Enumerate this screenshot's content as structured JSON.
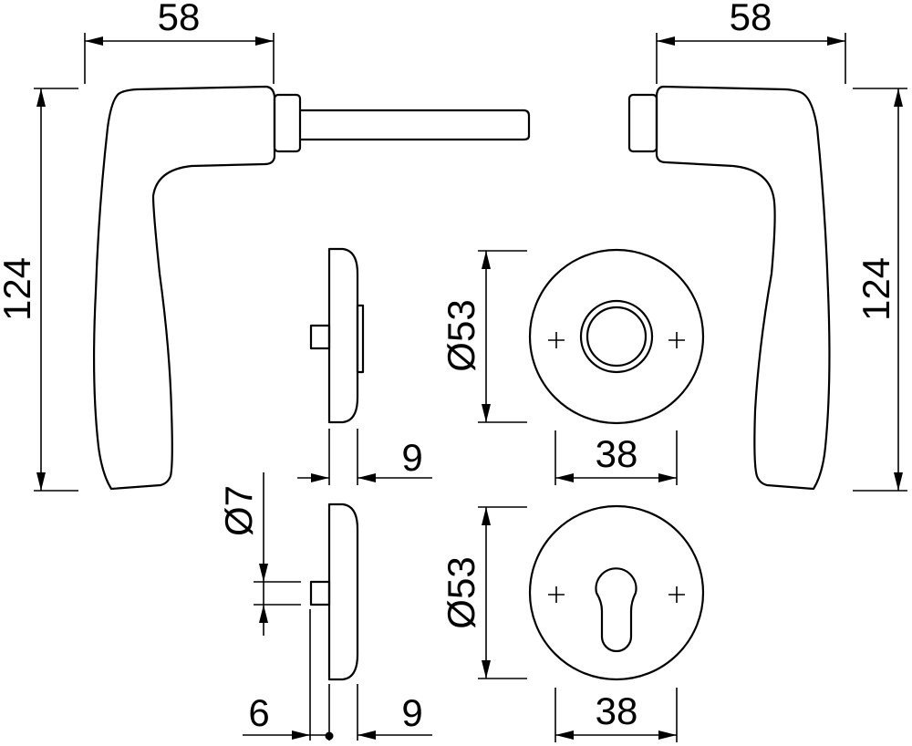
{
  "dimensions": {
    "handle_left_width": "58",
    "handle_right_width": "58",
    "handle_left_height": "124",
    "handle_right_height": "124",
    "rose_top_diameter": "Ø53",
    "rose_bottom_diameter": "Ø53",
    "rose_top_width": "38",
    "rose_bottom_width": "38",
    "rose_top_thickness": "9",
    "rose_bottom_thickness": "9",
    "pin_diameter": "Ø7",
    "pin_length": "6"
  },
  "colors": {
    "line": "#000000",
    "background": "#ffffff"
  }
}
